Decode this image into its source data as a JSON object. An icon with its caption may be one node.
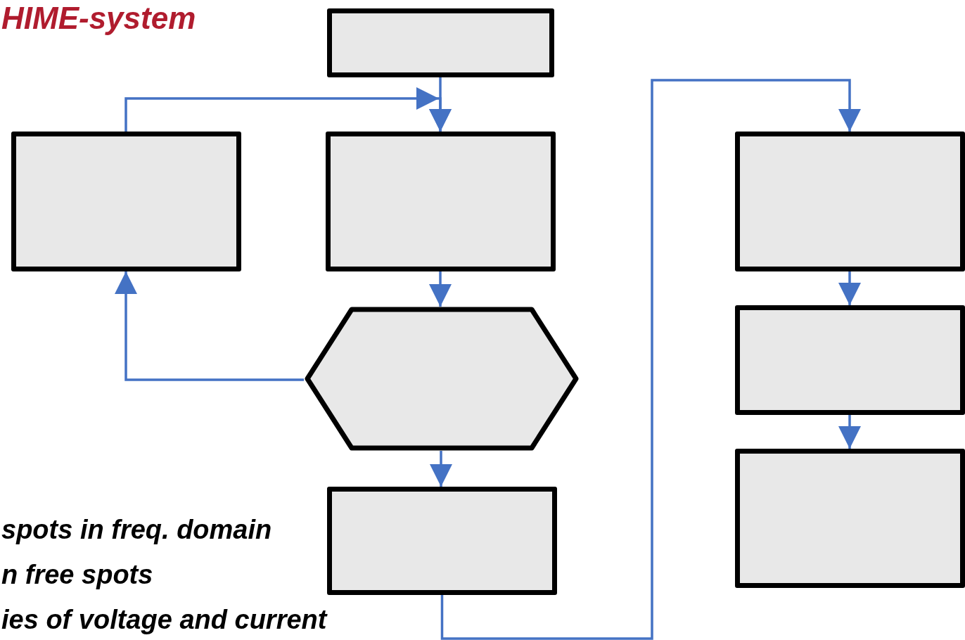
{
  "diagram": {
    "title": "HIME-system",
    "nodes": [
      {
        "text": [],
        "shape": "box"
      },
      {
        "text": [],
        "shape": "box"
      },
      {
        "text": [],
        "shape": "box"
      },
      {
        "text": [],
        "shape": "box"
      },
      {
        "text": [],
        "shape": "hexagon"
      },
      {
        "text": [],
        "shape": "box"
      },
      {
        "text": [],
        "shape": "box"
      },
      {
        "text": [],
        "shape": "box"
      }
    ],
    "edges": [
      {
        "from": 0,
        "to": 2,
        "arrow": "to"
      },
      {
        "from": 1,
        "to": 2,
        "arrow": "to"
      },
      {
        "from": 2,
        "to": 4,
        "arrow": "to"
      },
      {
        "from": 4,
        "to": 1,
        "arrow": "to"
      },
      {
        "from": 4,
        "to": 6,
        "arrow": "to"
      },
      {
        "from": 6,
        "to": 3,
        "arrow": "to"
      },
      {
        "from": 3,
        "to": 5,
        "arrow": "to"
      },
      {
        "from": 5,
        "to": 7,
        "arrow": "to"
      }
    ],
    "labels": [
      "spots in freq. domain",
      "n free spots",
      "ies of voltage and current"
    ]
  }
}
